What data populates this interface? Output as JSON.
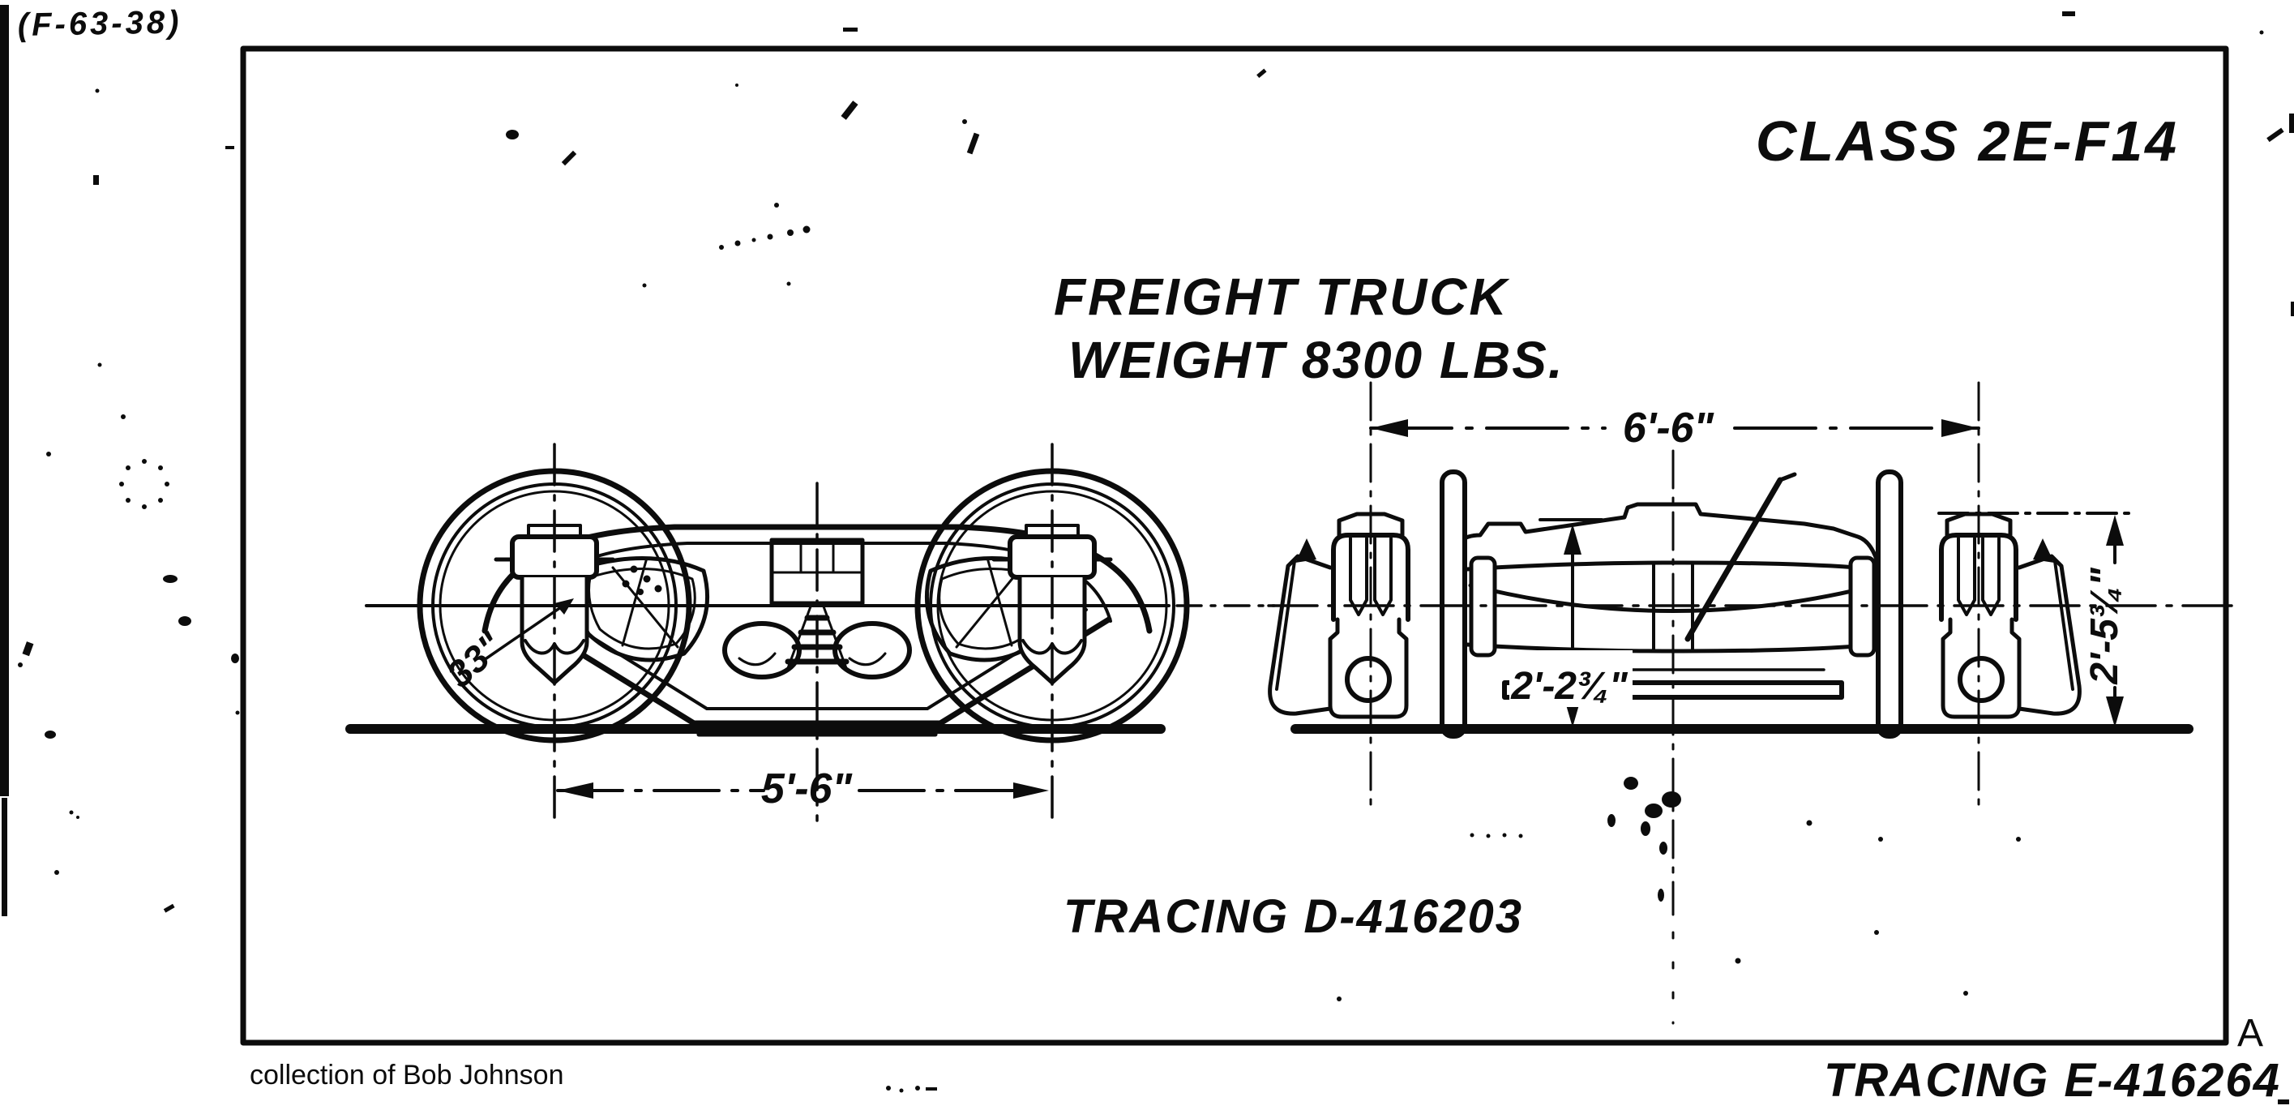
{
  "document": {
    "photo_ref": "(F-63-38)",
    "class_label": "CLASS 2E-F14",
    "title_line1": "FREIGHT TRUCK",
    "title_line2": "WEIGHT 8300 LBS.",
    "side_view_tracing": "TRACING D-416203",
    "sheet_tracing": "TRACING E-416264",
    "sheet_letter": "A",
    "credit": "collection of Bob Johnson"
  },
  "dimensions": {
    "wheelbase": "5'-6\"",
    "wheel_diameter": "33\"",
    "journal_spacing": "6'-6\"",
    "rail_to_spring_plank": "2'-2¾\"",
    "rail_to_bolster_top": "2'-5¾\""
  },
  "colors": {
    "ink": "#0c0c0c",
    "paper": "#ffffff"
  }
}
